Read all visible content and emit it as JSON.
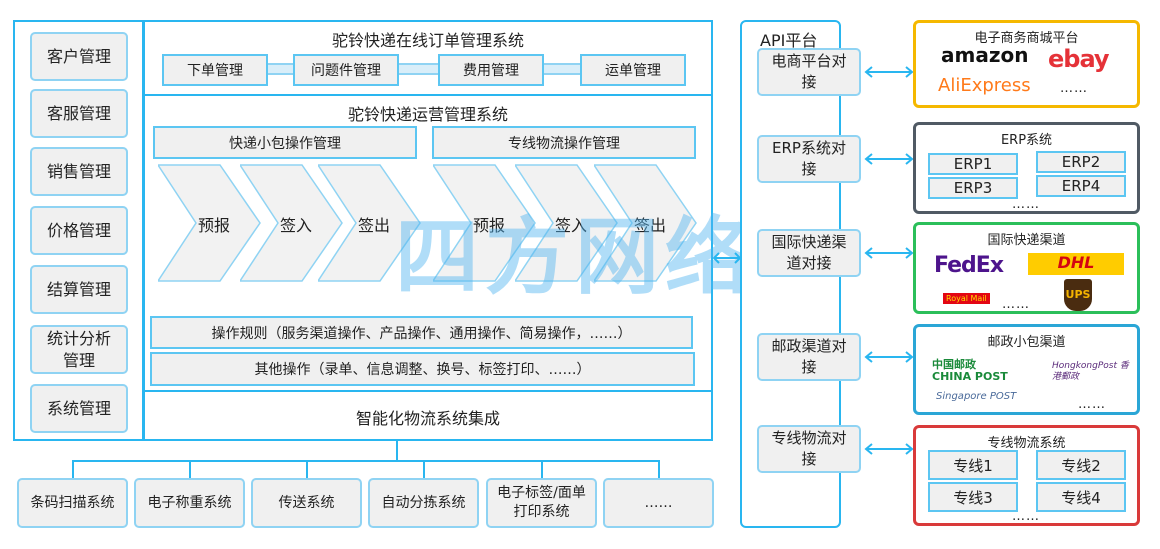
{
  "sidebar": {
    "items": [
      "客户管理",
      "客服管理",
      "销售管理",
      "价格管理",
      "结算管理",
      "统计分析管理",
      "系统管理"
    ]
  },
  "order_system": {
    "title": "驼铃快递在线订单管理系统",
    "items": [
      "下单管理",
      "问题件管理",
      "费用管理",
      "运单管理"
    ]
  },
  "ops_system": {
    "title": "驼铃快递运营管理系统",
    "groups": [
      "快递小包操作管理",
      "专线物流操作管理"
    ],
    "steps": [
      "预报",
      "签入",
      "签出",
      "预报",
      "签入",
      "签出"
    ],
    "rules": "操作规则（服务渠道操作、产品操作、通用操作、简易操作，……）",
    "other": "其他操作（录单、信息调整、换号、标签打印、……）"
  },
  "integration": {
    "title": "智能化物流系统集成",
    "items": [
      "条码扫描系统",
      "电子称重系统",
      "传送系统",
      "自动分拣系统",
      "电子标签/面单打印系统",
      "……"
    ]
  },
  "api": {
    "title": "API平台",
    "items": [
      "电商平台对接",
      "ERP系统对接",
      "国际快递渠道对接",
      "邮政渠道对接",
      "专线物流对接"
    ]
  },
  "targets": [
    {
      "title": "电子商务商城平台",
      "color": "#f5b800",
      "logos": [
        "amazon",
        "ebay",
        "AliExpress"
      ],
      "more": "……"
    },
    {
      "title": "ERP系统",
      "color": "#505a64",
      "items": [
        "ERP1",
        "ERP2",
        "ERP3",
        "ERP4"
      ],
      "more": "……"
    },
    {
      "title": "国际快递渠道",
      "color": "#2bbf5a",
      "logos": [
        "FedEx",
        "DHL",
        "Royal Mail",
        "UPS"
      ],
      "more": "……"
    },
    {
      "title": "邮政小包渠道",
      "color": "#2aa6d6",
      "logos": [
        "中国邮政 CHINA POST",
        "HongkongPost 香港郵政",
        "Singapore POST"
      ],
      "more": "……"
    },
    {
      "title": "专线物流系统",
      "color": "#d93a3a",
      "items": [
        "专线1",
        "专线2",
        "专线3",
        "专线4"
      ],
      "more": "……"
    }
  ],
  "watermark": "四方网络",
  "colors": {
    "frame": "#29b6f0",
    "box_fill": "#f0f0f0"
  }
}
